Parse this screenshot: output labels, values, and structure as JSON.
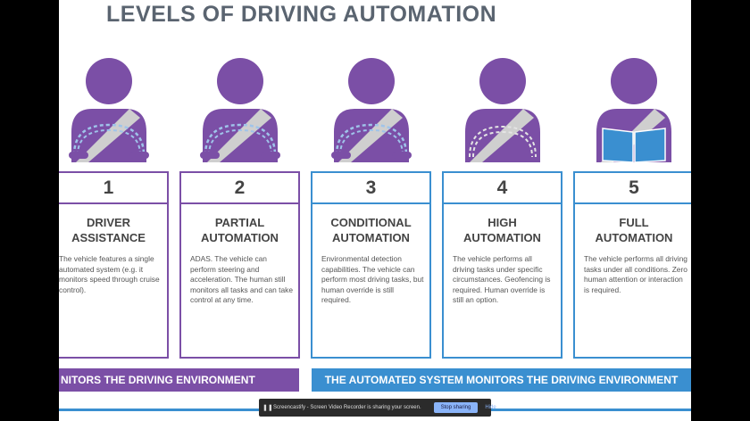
{
  "slide": {
    "title": "LEVELS OF DRIVING AUTOMATION",
    "levels": [
      {
        "number": "1",
        "title": "DRIVER\nASSISTANCE",
        "description": "The vehicle features a single automated system (e.g. it monitors speed through cruise control).",
        "figure": "driver-hands-on-wheel-icon"
      },
      {
        "number": "2",
        "title": "PARTIAL\nAUTOMATION",
        "description": "ADAS. The vehicle can perform steering and acceleration. The human still monitors all tasks and can take control at any time.",
        "figure": "driver-hands-on-wheel-icon"
      },
      {
        "number": "3",
        "title": "CONDITIONAL\nAUTOMATION",
        "description": "Environmental detection capabilities. The vehicle can perform most driving tasks, but human override is still required.",
        "figure": "driver-hands-on-wheel-icon"
      },
      {
        "number": "4",
        "title": "HIGH\nAUTOMATION",
        "description": "The vehicle performs all driving tasks under specific circumstances. Geofencing is required. Human override is still an option.",
        "figure": "driver-hands-off-wheel-icon"
      },
      {
        "number": "5",
        "title": "FULL\nAUTOMATION",
        "description": "The vehicle performs all driving tasks under all conditions. Zero human attention or interaction is required.",
        "figure": "driver-reading-book-icon"
      }
    ],
    "bar_left": "NITORS THE DRIVING ENVIRONMENT",
    "bar_right": "THE AUTOMATED SYSTEM MONITORS THE DRIVING ENVIRONMENT"
  },
  "share_notice": {
    "message": "Screencastify - Screen Video Recorder is sharing your screen.",
    "stop_label": "Stop sharing",
    "hide_label": "Hide"
  },
  "colors": {
    "purple": "#7b4fa6",
    "blue": "#3a8fd0",
    "title_gray": "#5a6470",
    "belt": "#cfcfcf",
    "wheel_dash": "#9fc4ea",
    "book": "#3a8fd0"
  }
}
